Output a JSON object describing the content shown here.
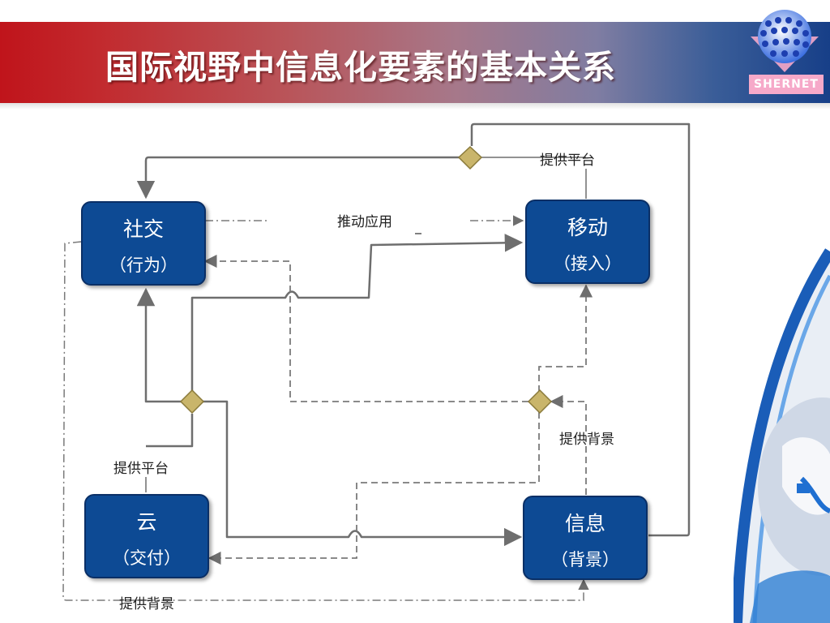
{
  "slide": {
    "title": "国际视野中信息化要素的基本关系",
    "logo_text": "SHERNET"
  },
  "nodes": {
    "social": {
      "name": "社交",
      "sub": "（行为）"
    },
    "mobile": {
      "name": "移动",
      "sub": "（接入）"
    },
    "cloud": {
      "name": "云",
      "sub": "（交付）"
    },
    "info": {
      "name": "信息",
      "sub": "（背景）"
    }
  },
  "edges": {
    "push_apps": "推动应用",
    "provide_platform_top": "提供平台",
    "provide_platform_left": "提供平台",
    "provide_context_right": "提供背景",
    "provide_context_bottom": "提供背景"
  },
  "colors": {
    "box_fill": "#0d4a94",
    "diamond_fill": "#c9b56b",
    "line": "#707070"
  }
}
